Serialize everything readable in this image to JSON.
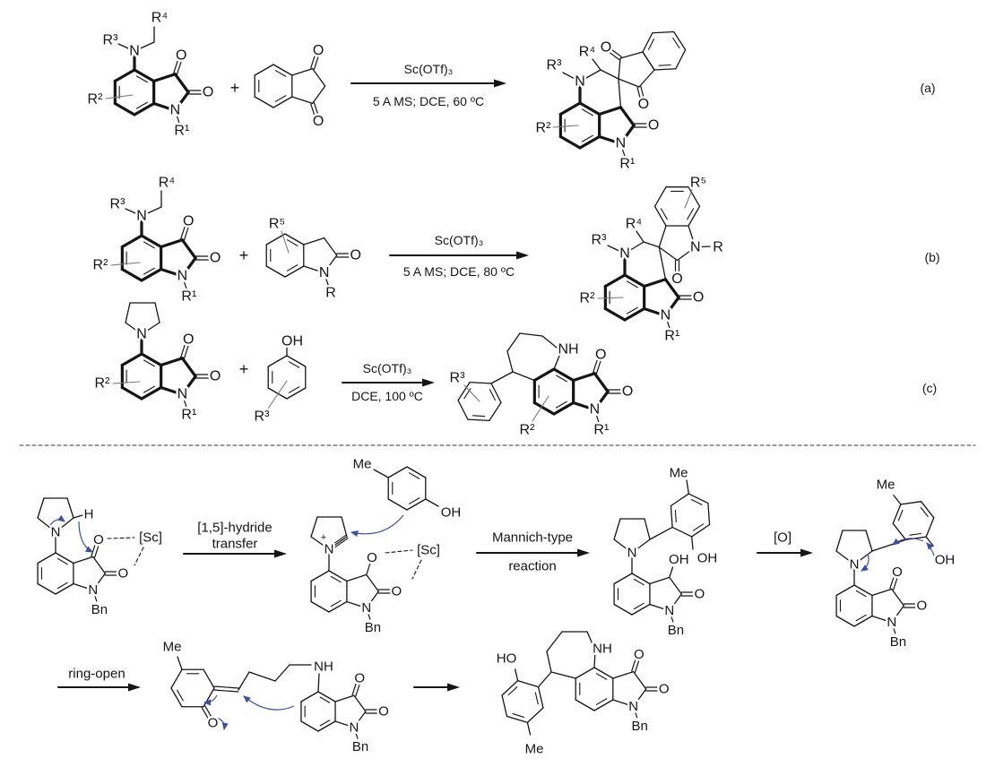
{
  "atoms": {
    "O": "O",
    "N": "N",
    "NH": "NH",
    "H": "H",
    "OH": "OH",
    "HO": "HO",
    "Me": "Me",
    "Bn": "Bn",
    "R": "R",
    "R1": "R¹",
    "R2": "R²",
    "R3": "R³",
    "R4": "R⁴",
    "R5": "R⁵",
    "Sc": "[Sc]",
    "plus": "+",
    "charge": "+"
  },
  "schemes": [
    {
      "label": "(a)",
      "reagent": "Sc(OTf)₃",
      "conditions": "5 A MS; DCE, 60 ºC"
    },
    {
      "label": "(b)",
      "reagent": "Sc(OTf)₃",
      "conditions": "5 A MS; DCE, 80 ºC"
    },
    {
      "label": "(c)",
      "reagent": "Sc(OTf)₃",
      "conditions": "DCE, 100 ºC"
    }
  ],
  "mechanism": {
    "steps": [
      {
        "line1": "[1,5]-hydride",
        "line2": "transfer"
      },
      {
        "line1": "Mannich-type",
        "line2": "reaction"
      },
      {
        "line1": "[O]"
      },
      {
        "line1": "ring-open"
      }
    ]
  },
  "colors": {
    "ink": "#151515",
    "electron_arrow": "#3b4fa8",
    "substituent_line": "#777777"
  }
}
